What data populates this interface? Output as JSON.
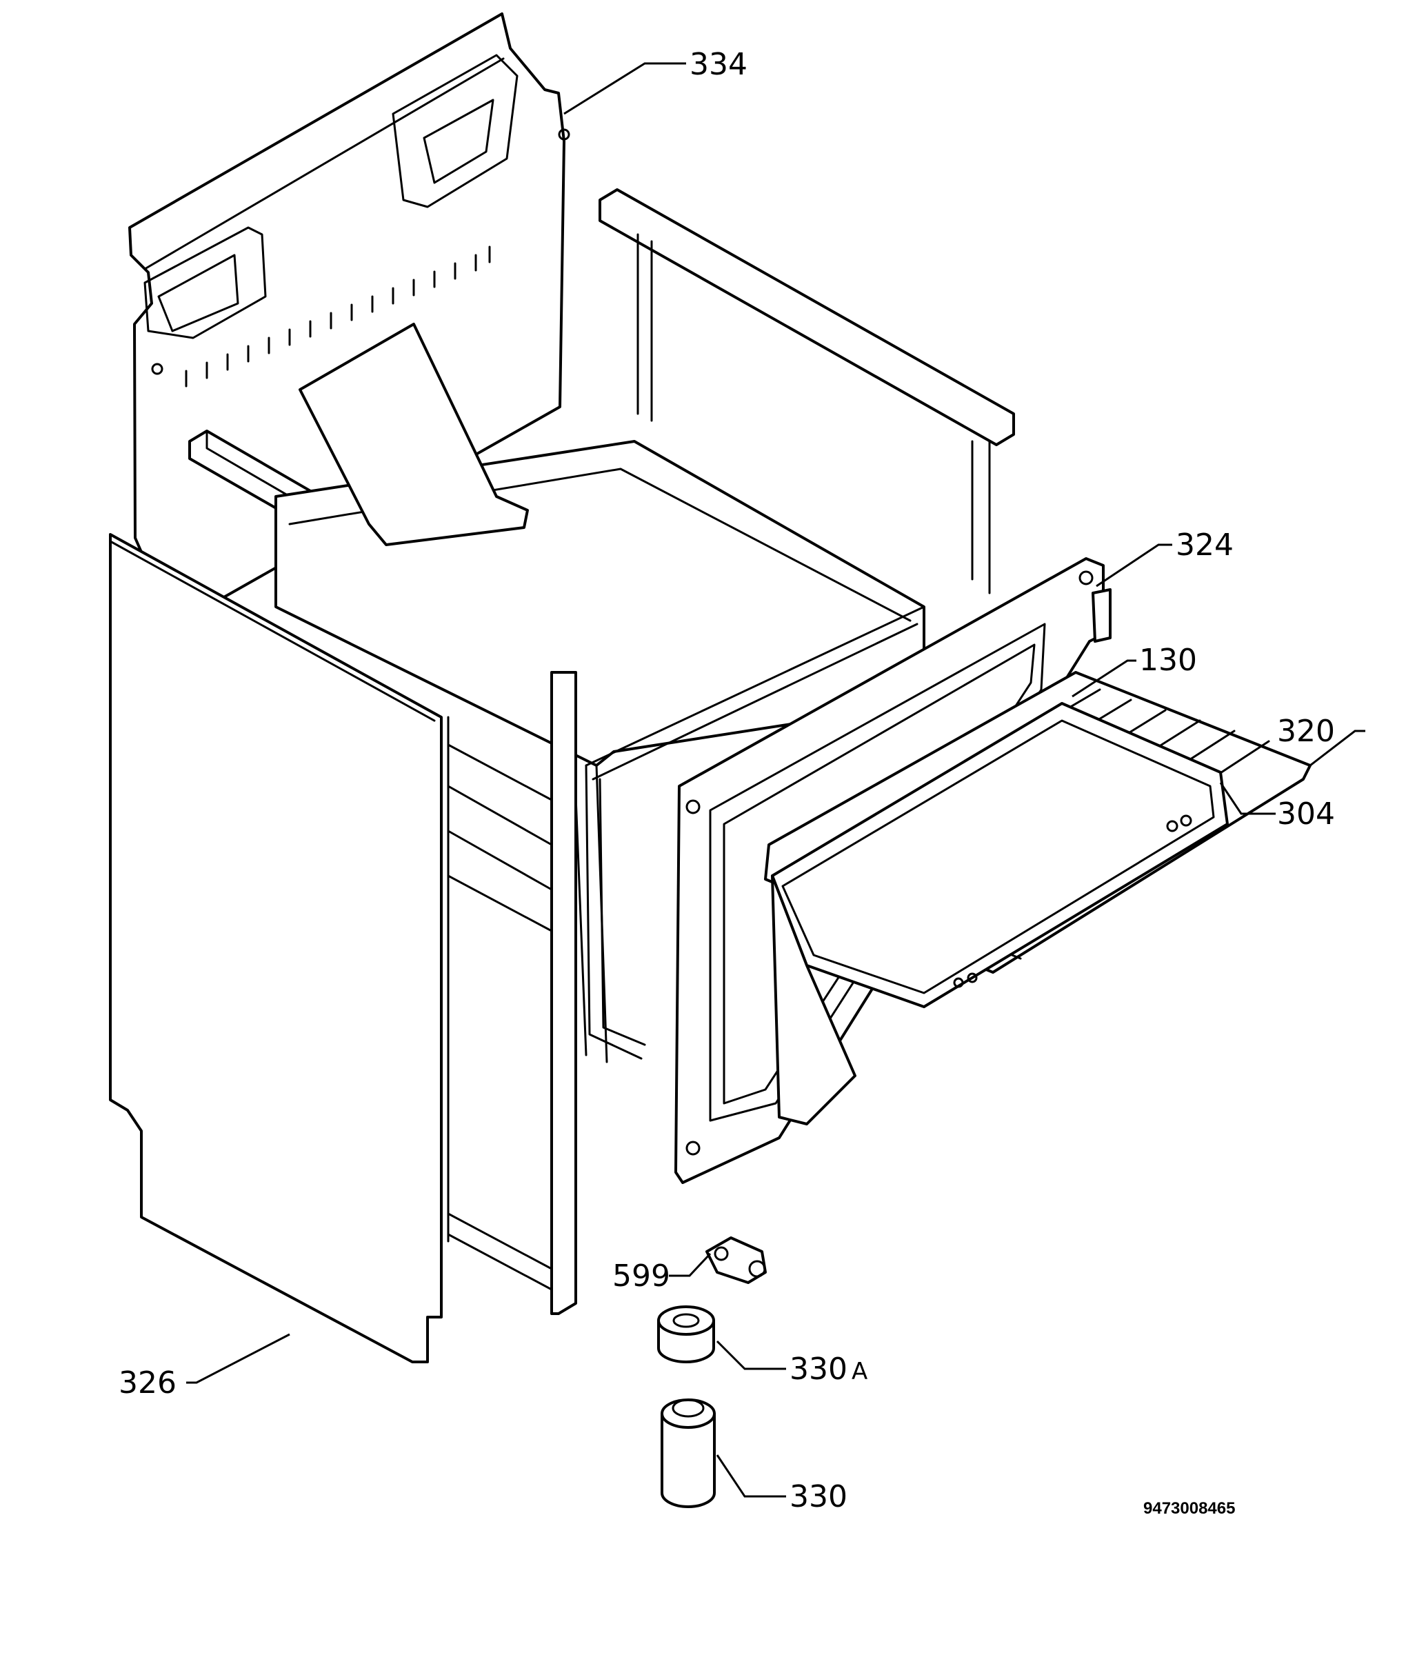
{
  "callouts": {
    "c334": "334",
    "c324": "324",
    "c130": "130",
    "c320": "320",
    "c304": "304",
    "c326": "326",
    "c599": "599",
    "c330a_num": "330",
    "c330a_suffix": "A",
    "c330": "330"
  },
  "document_number": "9473008465",
  "colors": {
    "line": "#000000",
    "background": "#ffffff"
  }
}
